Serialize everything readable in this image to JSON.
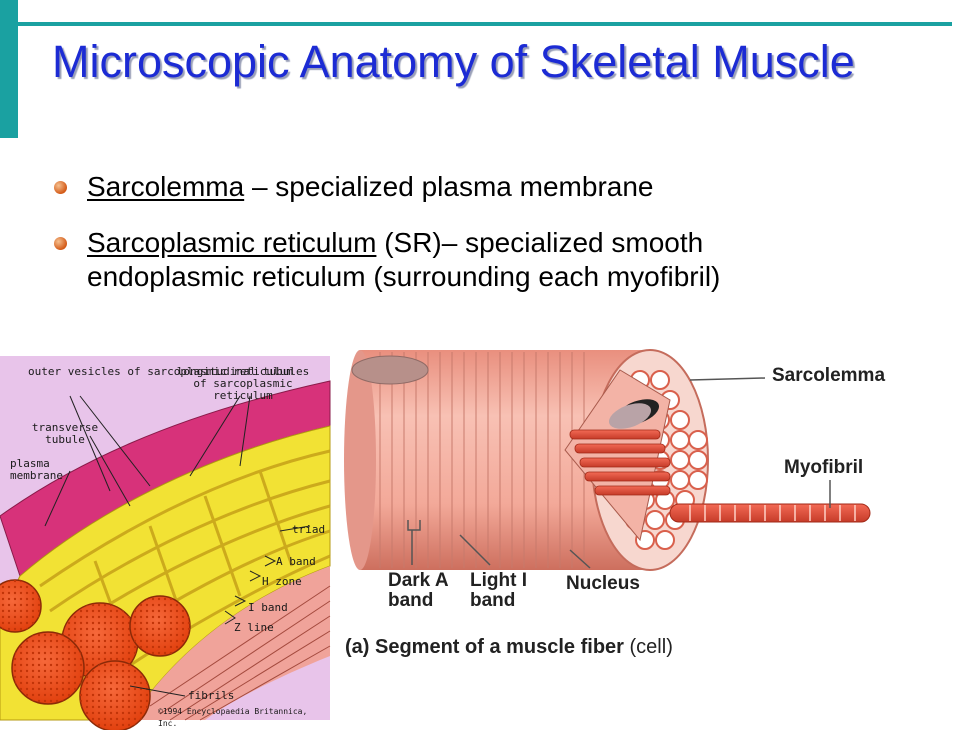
{
  "slide": {
    "title": "Microscopic Anatomy of Skeletal Muscle",
    "bullets": [
      {
        "term": "Sarcolemma",
        "text": " – specialized plasma membrane"
      },
      {
        "term": "Sarcoplasmic reticulum",
        "text": " (SR)– specialized smooth endoplasmic reticulum (surrounding each myofibril)"
      }
    ]
  },
  "left_figure": {
    "labels": {
      "outer_vesicles": "outer vesicles of sarcoplasmic reticulum",
      "longitudinal_tubules": "longitudinal tubules of sarcoplasmic reticulum",
      "transverse_tubule": "transverse tubule",
      "plasma_membrane": "plasma membrane",
      "triad": "triad",
      "a_band": "A band",
      "h_zone": "H zone",
      "i_band": "I band",
      "z_line": "Z line",
      "fibrils": "fibrils",
      "copyright": "©1994 Encyclopaedia Britannica, Inc."
    }
  },
  "right_figure": {
    "labels": {
      "sarcolemma": "Sarcolemma",
      "myofibril": "Myofibril",
      "dark_a_band": "Dark A band",
      "light_i_band": "Light I band",
      "nucleus": "Nucleus"
    },
    "caption_bold": "(a) Segment of a muscle fiber",
    "caption_normal": " (cell)"
  }
}
